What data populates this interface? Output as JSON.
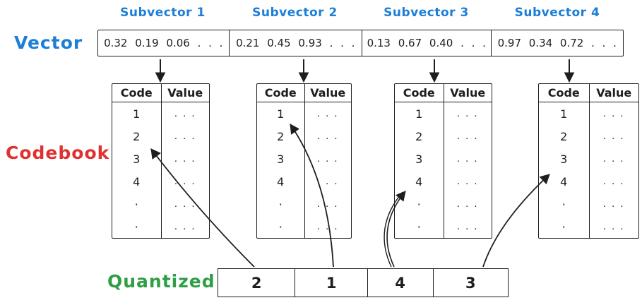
{
  "colors": {
    "blue": "#1c7ed6",
    "red": "#e03131",
    "green": "#2f9e44",
    "ink": "#1e1e1e"
  },
  "vector": {
    "label": "Vector",
    "subvectors": [
      {
        "label": "Subvector 1",
        "values": "0.32 0.19 0.06 . . ."
      },
      {
        "label": "Subvector 2",
        "values": "0.21 0.45 0.93 . . ."
      },
      {
        "label": "Subvector 3",
        "values": "0.13 0.67 0.40 . . ."
      },
      {
        "label": "Subvector 4",
        "values": "0.97 0.34 0.72 . . ."
      }
    ]
  },
  "codebook": {
    "label": "Codebook",
    "header": {
      "code": "Code",
      "value": "Value"
    },
    "row_codes": [
      "1",
      "2",
      "3",
      "4",
      "·",
      "·"
    ],
    "value_placeholder": ". . ."
  },
  "quantized": {
    "label": "Quantized",
    "cells": [
      "2",
      "1",
      "4",
      "3"
    ]
  }
}
